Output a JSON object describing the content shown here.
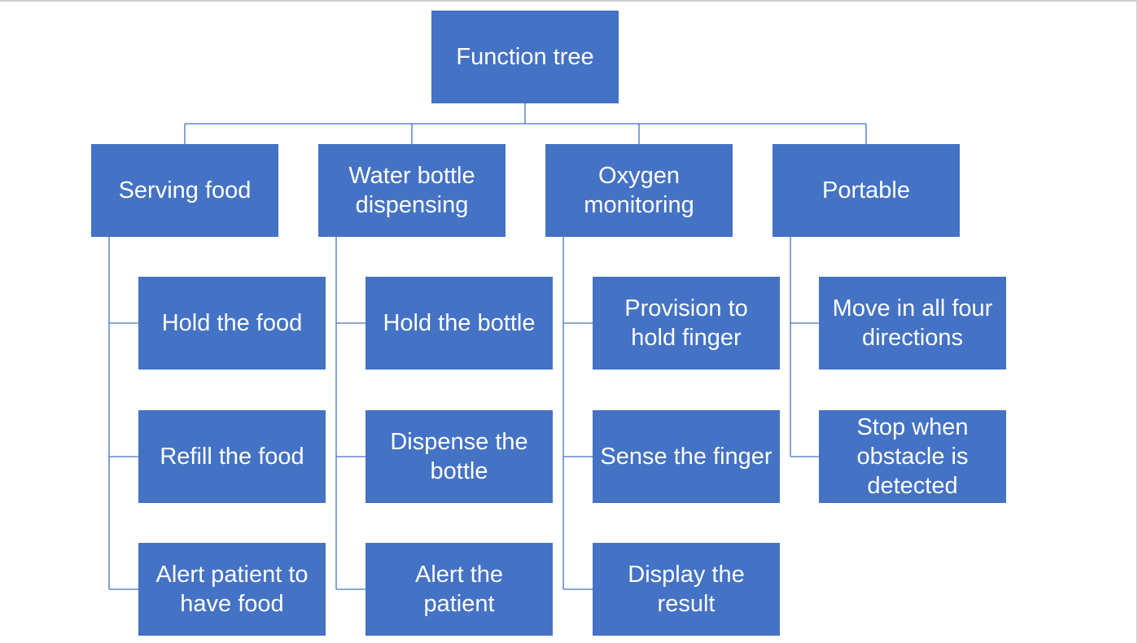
{
  "root": {
    "label": "Function tree"
  },
  "categories": [
    {
      "label": "Serving food",
      "children": [
        "Hold the food",
        "Refill the food",
        "Alert patient to\nhave food"
      ]
    },
    {
      "label": "Water bottle\ndispensing",
      "children": [
        "Hold the bottle",
        "Dispense  the\nbottle",
        "Alert the\npatient"
      ]
    },
    {
      "label": "Oxygen\nmonitoring",
      "children": [
        "Provision to\nhold finger",
        "Sense the finger",
        "Display the\nresult"
      ]
    },
    {
      "label": "Portable",
      "children": [
        "Move in all four\ndirections",
        "Stop when\nobstacle is\ndetected"
      ]
    }
  ],
  "colors": {
    "node_fill": "#4472c4",
    "node_text": "#ffffff",
    "connector": "#4472c4"
  }
}
